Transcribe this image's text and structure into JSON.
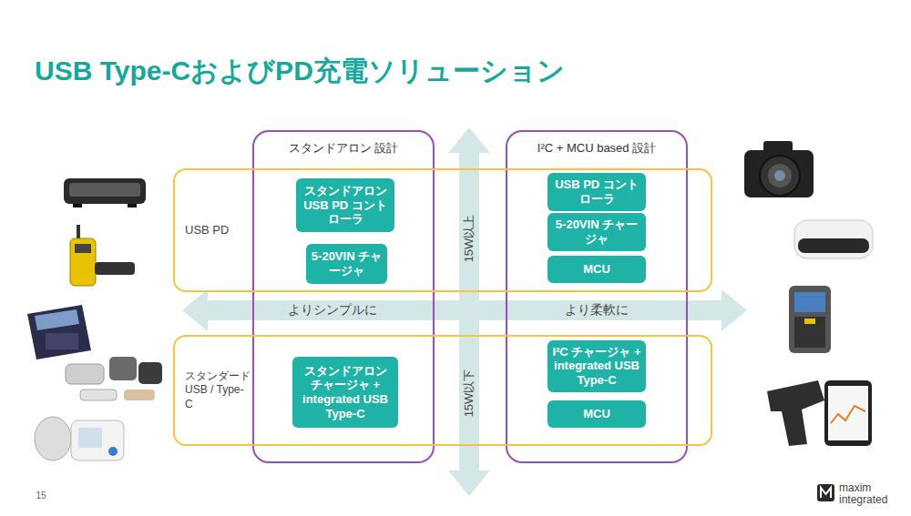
{
  "diagram": {
    "title": "USB Type-CおよびPD充電ソリューション",
    "nodes": [
      {
        "text": [
          "スタンドアロン 設計"
        ]
      },
      {
        "text": [
          "I²C + MCU based 設計"
        ]
      },
      {
        "text": [
          "USB PD"
        ]
      },
      {
        "text": [
          "スタンドアロン USB PD コントローラ"
        ],
        "in": 0
      },
      {
        "text": [
          "5-20VIN チャージャ"
        ],
        "in": 0
      },
      {
        "text": [
          "USB PD コントローラ"
        ],
        "in": 1
      },
      {
        "text": [
          "5-20VIN チャージャ"
        ],
        "in": 1
      },
      {
        "text": [
          "MCU"
        ],
        "in": 1
      },
      {
        "text": [
          "スタンダード USB / Type-C"
        ]
      },
      {
        "text": [
          "スタンドアロン チャージャ + integrated USB Type-C"
        ],
        "in": 0
      },
      {
        "text": [
          "I²C チャージャ + integrated USB Type-C"
        ],
        "in": 1
      },
      {
        "text": [
          "MCU"
        ],
        "in": 1
      }
    ],
    "labels": [
      "よりシンプルに",
      "より柔軟に",
      "15W以上",
      "15W以下",
      "15",
      "maxim integrated"
    ]
  }
}
